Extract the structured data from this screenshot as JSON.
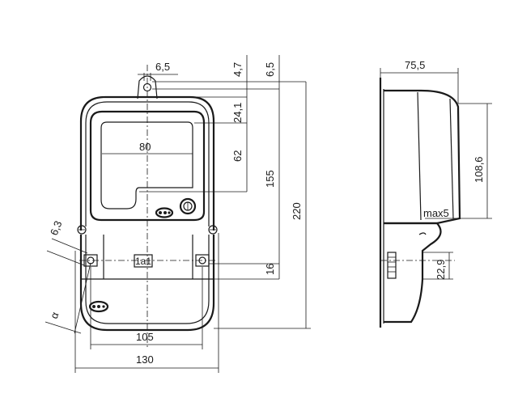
{
  "front_view": {
    "dims": {
      "lug_width": "6,5",
      "top_offset_a": "4,7",
      "top_offset_b": "6,5",
      "window_top": "24,1",
      "window_width": "80",
      "window_height": "62",
      "center_height": "155",
      "total_height": "220",
      "lug_hole": "6,3",
      "angle": "α",
      "lower_hole_offset": "16",
      "hole_spacing": "105",
      "total_width": "130"
    },
    "terminal_label": "1a1"
  },
  "side_view": {
    "dims": {
      "depth": "75,5",
      "body_height": "108,6",
      "max_gap": "max5",
      "bottom_offset": "22,9"
    }
  }
}
